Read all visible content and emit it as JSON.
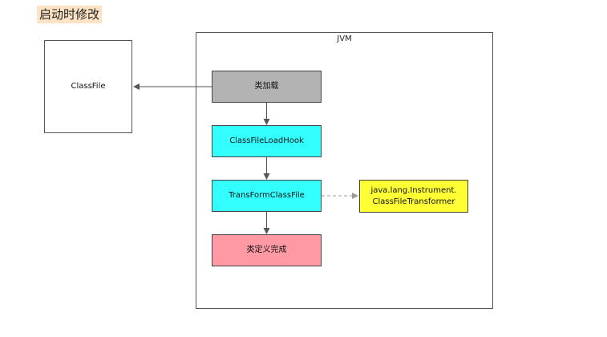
{
  "heading": "启动时修改",
  "diagram": {
    "classfile_label": "ClassFile",
    "jvm_label": "JVM",
    "steps": [
      {
        "label": "类加载"
      },
      {
        "label": "ClassFileLoadHook"
      },
      {
        "label": "TransFormClassFile"
      },
      {
        "label": "类定义完成"
      }
    ],
    "transformer_label": "java.lang.Instrument.\nClassFileTransformer"
  },
  "colors": {
    "class_load": "#b3b3b3",
    "hook": "#33ffff",
    "transform": "#33ffff",
    "done": "#ff9aa5",
    "transformer": "#ffff33",
    "heading_highlight": "#fde3c4"
  }
}
